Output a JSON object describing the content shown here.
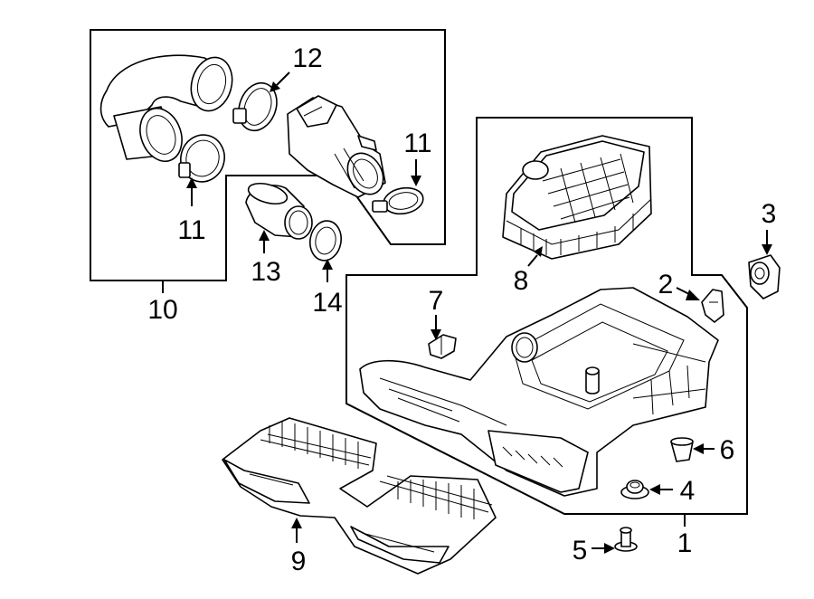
{
  "diagram": {
    "callouts": {
      "p1": "1",
      "p2": "2",
      "p3": "3",
      "p4": "4",
      "p5": "5",
      "p6": "6",
      "p7": "7",
      "p8": "8",
      "p9": "9",
      "p10": "10",
      "p11a": "11",
      "p11b": "11",
      "p12": "12",
      "p13": "13",
      "p14": "14"
    }
  }
}
